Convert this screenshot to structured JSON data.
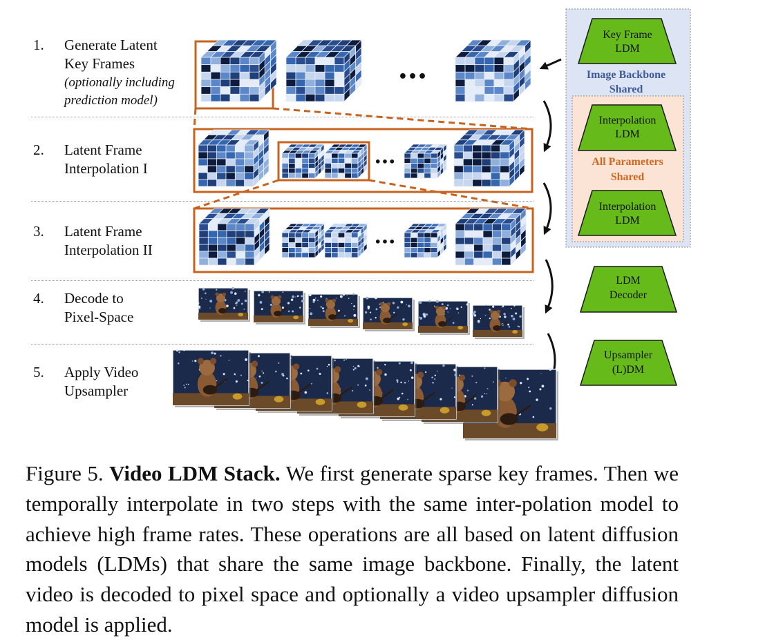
{
  "steps": [
    {
      "num": "1.",
      "lines": [
        "Generate Latent",
        "Key Frames"
      ],
      "note": [
        "(optionally including",
        "prediction model)"
      ]
    },
    {
      "num": "2.",
      "lines": [
        "Latent Frame",
        "Interpolation I"
      ]
    },
    {
      "num": "3.",
      "lines": [
        "Latent Frame",
        "Interpolation II"
      ]
    },
    {
      "num": "4.",
      "lines": [
        "Decode to",
        "Pixel-Space"
      ]
    },
    {
      "num": "5.",
      "lines": [
        "Apply Video",
        "Upsampler"
      ]
    }
  ],
  "ellipsis": "•••",
  "models": {
    "keyframe": [
      "Key Frame",
      "LDM"
    ],
    "interp1": [
      "Interpolation",
      "LDM"
    ],
    "interp2": [
      "Interpolation",
      "LDM"
    ],
    "decoder": [
      "LDM",
      "Decoder"
    ],
    "upsampler": [
      "Upsampler",
      "(L)DM"
    ]
  },
  "group_labels": {
    "backbone": [
      "Image Backbone",
      "Shared"
    ],
    "params": [
      "All Parameters",
      "Shared"
    ]
  },
  "caption": {
    "prefix": "Figure 5.",
    "title": "Video LDM Stack.",
    "text": "We first generate sparse key frames. Then we temporally interpolate in two steps with the same inter-polation model to achieve high frame rates. These operations are all based on latent diffusion models (LDMs) that share the same image backbone. Finally, the latent video is decoded to pixel space and optionally a video upsampler diffusion model is applied."
  },
  "colors": {
    "ldm_green": "#66bb1a",
    "orange": "#c8631f",
    "backbone_bg": "#dde4f3",
    "params_bg": "#fbe3d6",
    "backbone_text": "#3d5a99",
    "params_text": "#d2691e"
  }
}
